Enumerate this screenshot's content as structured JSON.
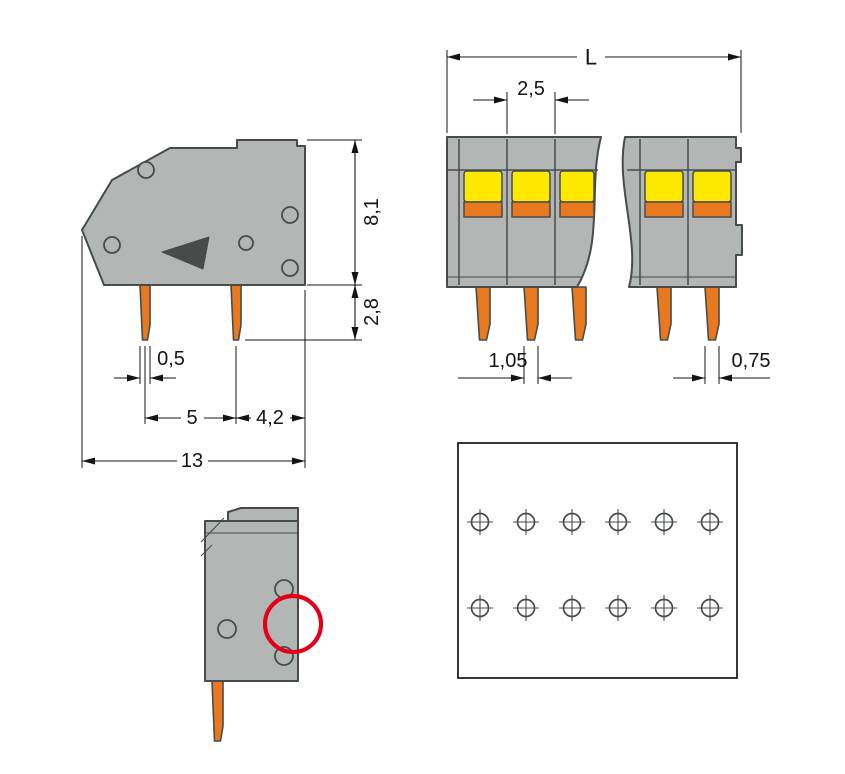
{
  "drawing": {
    "type": "technical-dimension-drawing",
    "views": {
      "side": {
        "dims": {
          "height": "8,1",
          "pin_length": "2,8",
          "pin_width": "0,5",
          "pin_spacing": "5",
          "edge_offset": "4,2",
          "total_width": "13"
        }
      },
      "front": {
        "dims": {
          "total_length": "L",
          "pitch": "2,5",
          "pin_width": "1,05",
          "end_pin_width": "0,75"
        }
      },
      "footprint": {
        "rows": 2,
        "cols": 6
      }
    },
    "colors": {
      "body_gray": "#b2b6b4",
      "outline": "#474c4b",
      "pin_orange": "#e8791f",
      "actuator_yellow": "#ffe800",
      "highlight_red": "#e2001a",
      "dim": "#141414",
      "background": "#ffffff"
    }
  }
}
